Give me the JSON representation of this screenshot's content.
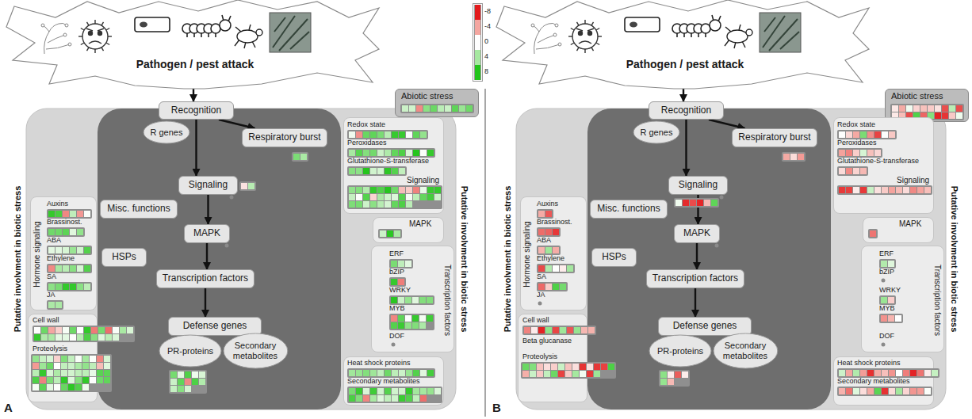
{
  "diagram": {
    "nodes": [
      {
        "text": [
          "Pathogen / pest attack"
        ]
      },
      {
        "text": [
          "Abiotic stress"
        ]
      },
      {
        "text": [
          "Putative involvment in biotic stress",
          "Putative involvment in biotic stress"
        ]
      },
      {
        "text": [
          "Recognition"
        ],
        "in": 2
      },
      {
        "text": [
          "R genes"
        ],
        "in": 2
      },
      {
        "text": [
          "Respiratory burst"
        ],
        "in": 2
      },
      {
        "text": [
          "Signaling"
        ],
        "in": 2
      },
      {
        "text": [
          "MAPK"
        ],
        "in": 2
      },
      {
        "text": [
          "Transcription factors"
        ],
        "in": 2
      },
      {
        "text": [
          "Defense genes"
        ],
        "in": 2
      },
      {
        "text": [
          "PR-proteins"
        ],
        "in": 2
      },
      {
        "text": [
          "Secondary metabolites"
        ],
        "in": 2
      },
      {
        "text": [
          "Misc. functions"
        ],
        "in": 2
      },
      {
        "text": [
          "HSPs"
        ],
        "in": 2
      },
      {
        "text": [
          "Hormone signaling",
          "Auxins",
          "Brassinost.",
          "ABA",
          "Ethylene",
          "SA",
          "JA"
        ],
        "in": 2
      },
      {
        "text": [
          "Cell wall",
          "Proteolysis"
        ],
        "in": 2
      },
      {
        "text": [
          "Redox state",
          "Peroxidases",
          "Glutathione-S-transferase",
          "Signaling"
        ],
        "in": 2
      },
      {
        "text": [
          "MAPK"
        ],
        "in": 2
      },
      {
        "text": [
          "Transcription factors",
          "ERF",
          "bZIP",
          "WRKY",
          "MYB",
          "DOF"
        ],
        "in": 2
      },
      {
        "text": [
          "Heat shock proteins",
          "Secondary metabolites"
        ],
        "in": 2
      },
      {
        "text": [
          "Pathogen / pest attack"
        ]
      },
      {
        "text": [
          "Abiotic stress"
        ]
      },
      {
        "text": [
          "Putative involvment in biotic stress",
          "Putative involvment in biotic stress"
        ]
      },
      {
        "text": [
          "Recognition"
        ],
        "in": 22
      },
      {
        "text": [
          "R genes"
        ],
        "in": 22
      },
      {
        "text": [
          "Respiratory burst"
        ],
        "in": 22
      },
      {
        "text": [
          "Signaling"
        ],
        "in": 22
      },
      {
        "text": [
          "MAPK"
        ],
        "in": 22
      },
      {
        "text": [
          "Transcription factors"
        ],
        "in": 22
      },
      {
        "text": [
          "Defense genes"
        ],
        "in": 22
      },
      {
        "text": [
          "PR-proteins"
        ],
        "in": 22
      },
      {
        "text": [
          "Secondary metabolites"
        ],
        "in": 22
      },
      {
        "text": [
          "Misc. functions"
        ],
        "in": 22
      },
      {
        "text": [
          "HSPs"
        ],
        "in": 22
      },
      {
        "text": [
          "Hormone signaling",
          "Auxins",
          "Brassinost.",
          "ABA",
          "Ethylene",
          "SA",
          "JA"
        ],
        "in": 22
      },
      {
        "text": [
          "Cell wall",
          "Beta glucanase",
          "Proteolysis"
        ],
        "in": 22
      },
      {
        "text": [
          "Redox state",
          "Peroxidases",
          "Glutathione-S-transferase",
          "Signaling"
        ],
        "in": 22
      },
      {
        "text": [
          "MAPK"
        ],
        "in": 22
      },
      {
        "text": [
          "Transcription factors",
          "ERF",
          "bZIP",
          "WRKY",
          "MYB",
          "DOF"
        ],
        "in": 22
      },
      {
        "text": [
          "Heat shock proteins",
          "Secondary metabolites"
        ],
        "in": 22
      }
    ],
    "edges": [
      {
        "from": 0,
        "to": 3,
        "arrow": "to"
      },
      {
        "from": 3,
        "to": 5,
        "arrow": "to"
      },
      {
        "from": 3,
        "to": 6,
        "arrow": "to"
      },
      {
        "from": 6,
        "to": 7,
        "arrow": "to"
      },
      {
        "from": 7,
        "to": 8,
        "arrow": "to"
      },
      {
        "from": 8,
        "to": 9,
        "arrow": "to"
      },
      {
        "from": 20,
        "to": 23,
        "arrow": "to"
      },
      {
        "from": 23,
        "to": 25,
        "arrow": "to"
      },
      {
        "from": 23,
        "to": 26,
        "arrow": "to"
      },
      {
        "from": 26,
        "to": 27,
        "arrow": "to"
      },
      {
        "from": 27,
        "to": 28,
        "arrow": "to"
      },
      {
        "from": 28,
        "to": 29,
        "arrow": "to"
      }
    ],
    "labels": [
      "A",
      "B"
    ],
    "legend": [
      {
        "text": "-8",
        "color": "#e31a1c"
      },
      {
        "text": "-4",
        "color": "#f4a6a0"
      },
      {
        "text": "0",
        "color": "#ffffff"
      },
      {
        "text": "4",
        "color": "#a6e8a0"
      },
      {
        "text": "8",
        "color": "#22c41a"
      }
    ]
  }
}
